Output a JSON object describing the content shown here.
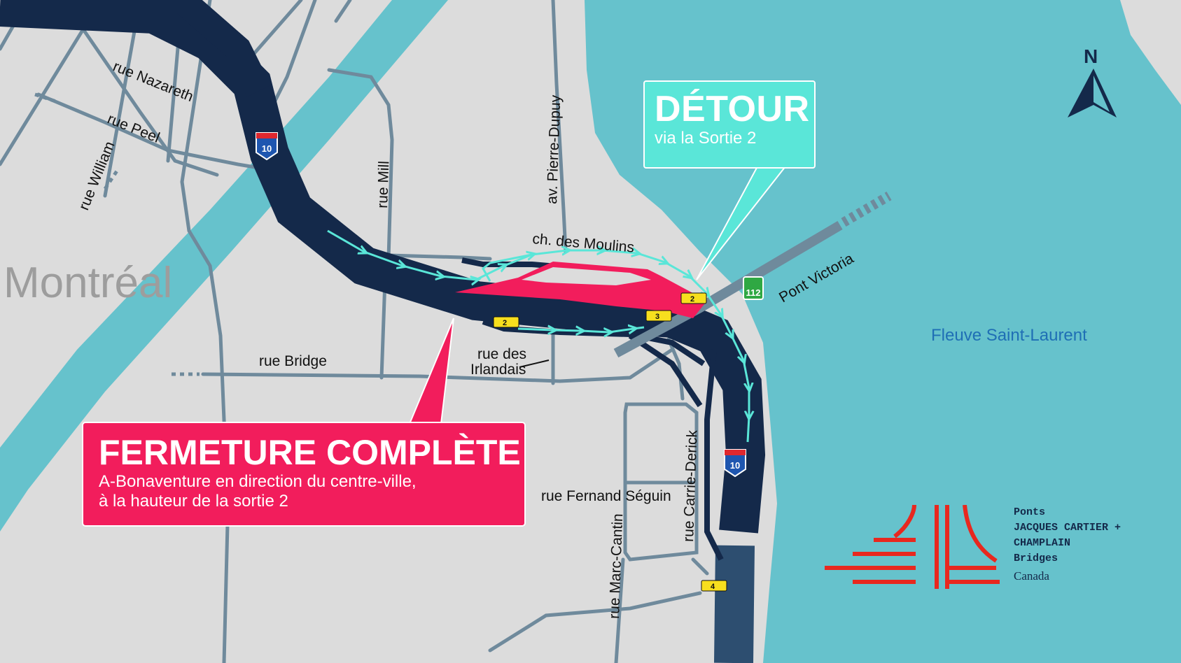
{
  "map": {
    "city_label": "Montréal",
    "river_label": "Fleuve Saint-Laurent",
    "north_label": "N",
    "streets": {
      "nazareth": "rue Nazareth",
      "peel": "rue Peel",
      "william": "rue William",
      "mill": "rue Mill",
      "pierre_dupuy": "av. Pierre-Dupuy",
      "moulins": "ch. des Moulins",
      "pont_victoria": "Pont Victoria",
      "bridge": "rue Bridge",
      "irlandais_1": "rue des",
      "irlandais_2": "Irlandais",
      "fernand_seguin": "rue Fernand Séguin",
      "carrie_derick": "rue Carrie-Derick",
      "marc_cantin": "rue Marc-Cantin"
    },
    "highway_shield": "10",
    "route_shield": "112",
    "exits": [
      "2",
      "2",
      "3",
      "4"
    ]
  },
  "colors": {
    "water": "#66c2cc",
    "land": "#dcdcdc",
    "highway": "#14294a",
    "street": "#6f8a9c",
    "closure": "#f21d5c",
    "detour": "#5ae6d8",
    "exit_tag": "#f7df1e"
  },
  "detour_callout": {
    "title": "DÉTOUR",
    "subtitle": "via la Sortie 2"
  },
  "closure_callout": {
    "title": "FERMETURE COMPLÈTE",
    "line1": "A-Bonaventure en direction du centre-ville,",
    "line2": "à la hauteur de la sortie 2"
  },
  "logo": {
    "line1": "Ponts",
    "line2": "JACQUES CARTIER +",
    "line3": "CHAMPLAIN",
    "line4": "Bridges",
    "canada": "Canada"
  }
}
